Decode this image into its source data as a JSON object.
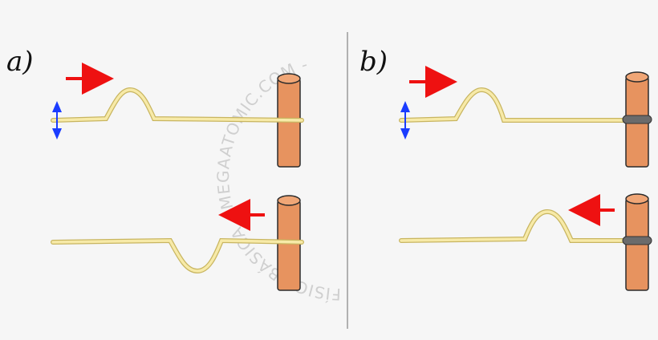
{
  "panels": {
    "a": {
      "label": "a)",
      "description_top": "pulse traveling right toward fixed end",
      "description_bottom": "reflected pulse inverted traveling left"
    },
    "b": {
      "label": "b)",
      "description_top": "pulse traveling right toward free end",
      "description_bottom": "reflected pulse upright traveling left"
    }
  },
  "watermark": "FÍSICA BÁSICA - MEGAATOMIC.COM -",
  "colors": {
    "background": "#f6f6f6",
    "divider": "#9a9a9a",
    "rope_fill": "#f7eaa8",
    "rope_stroke": "#c8b560",
    "post_fill": "#e7935f",
    "post_stroke": "#2b2b2b",
    "ring": "#6b6b6b",
    "arrow_red": "#ee1111",
    "arrow_blue": "#1a3cff",
    "watermark": "#cfcfcf"
  },
  "icons": {
    "red_arrow": "arrow-right / arrow-left",
    "blue_arrow": "double-vertical-arrow"
  }
}
